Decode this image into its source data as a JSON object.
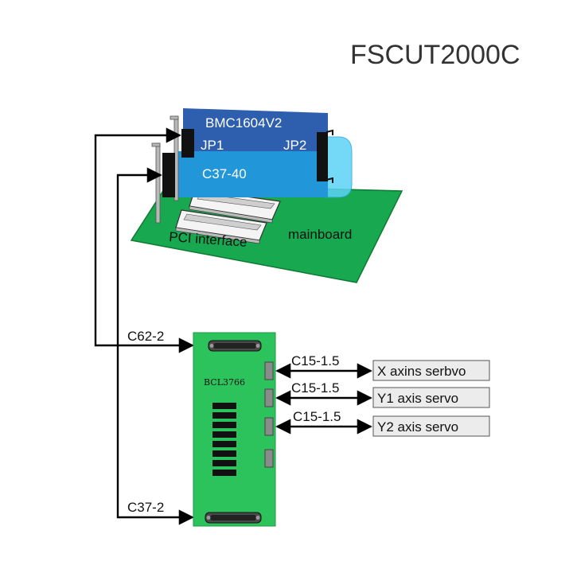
{
  "title": "FSCUT2000C",
  "card": {
    "model": "BMC1604V2",
    "jp1": "JP1",
    "jp2": "JP2",
    "c37_40": "C37-40"
  },
  "mainboard": {
    "pci_label": "PCI interface",
    "board_label": "mainboard"
  },
  "breakout": {
    "model": "BCL3766"
  },
  "cables": {
    "c62_2": "C62-2",
    "c37_2": "C37-2",
    "c15_x": "C15-1.5",
    "c15_y1": "C15-1.5",
    "c15_y2": "C15-1.5"
  },
  "servos": {
    "x": "X axins serbvo",
    "y1": "Y1 axis servo",
    "y2": "Y2 axis servo"
  },
  "colors": {
    "card_dark": "#2e5fae",
    "card_light": "#2196d8",
    "cable_loop": "#5cd3f5",
    "board_green": "#18a84f",
    "breakout_green": "#2cc35c",
    "servo_box": "#ececec"
  }
}
